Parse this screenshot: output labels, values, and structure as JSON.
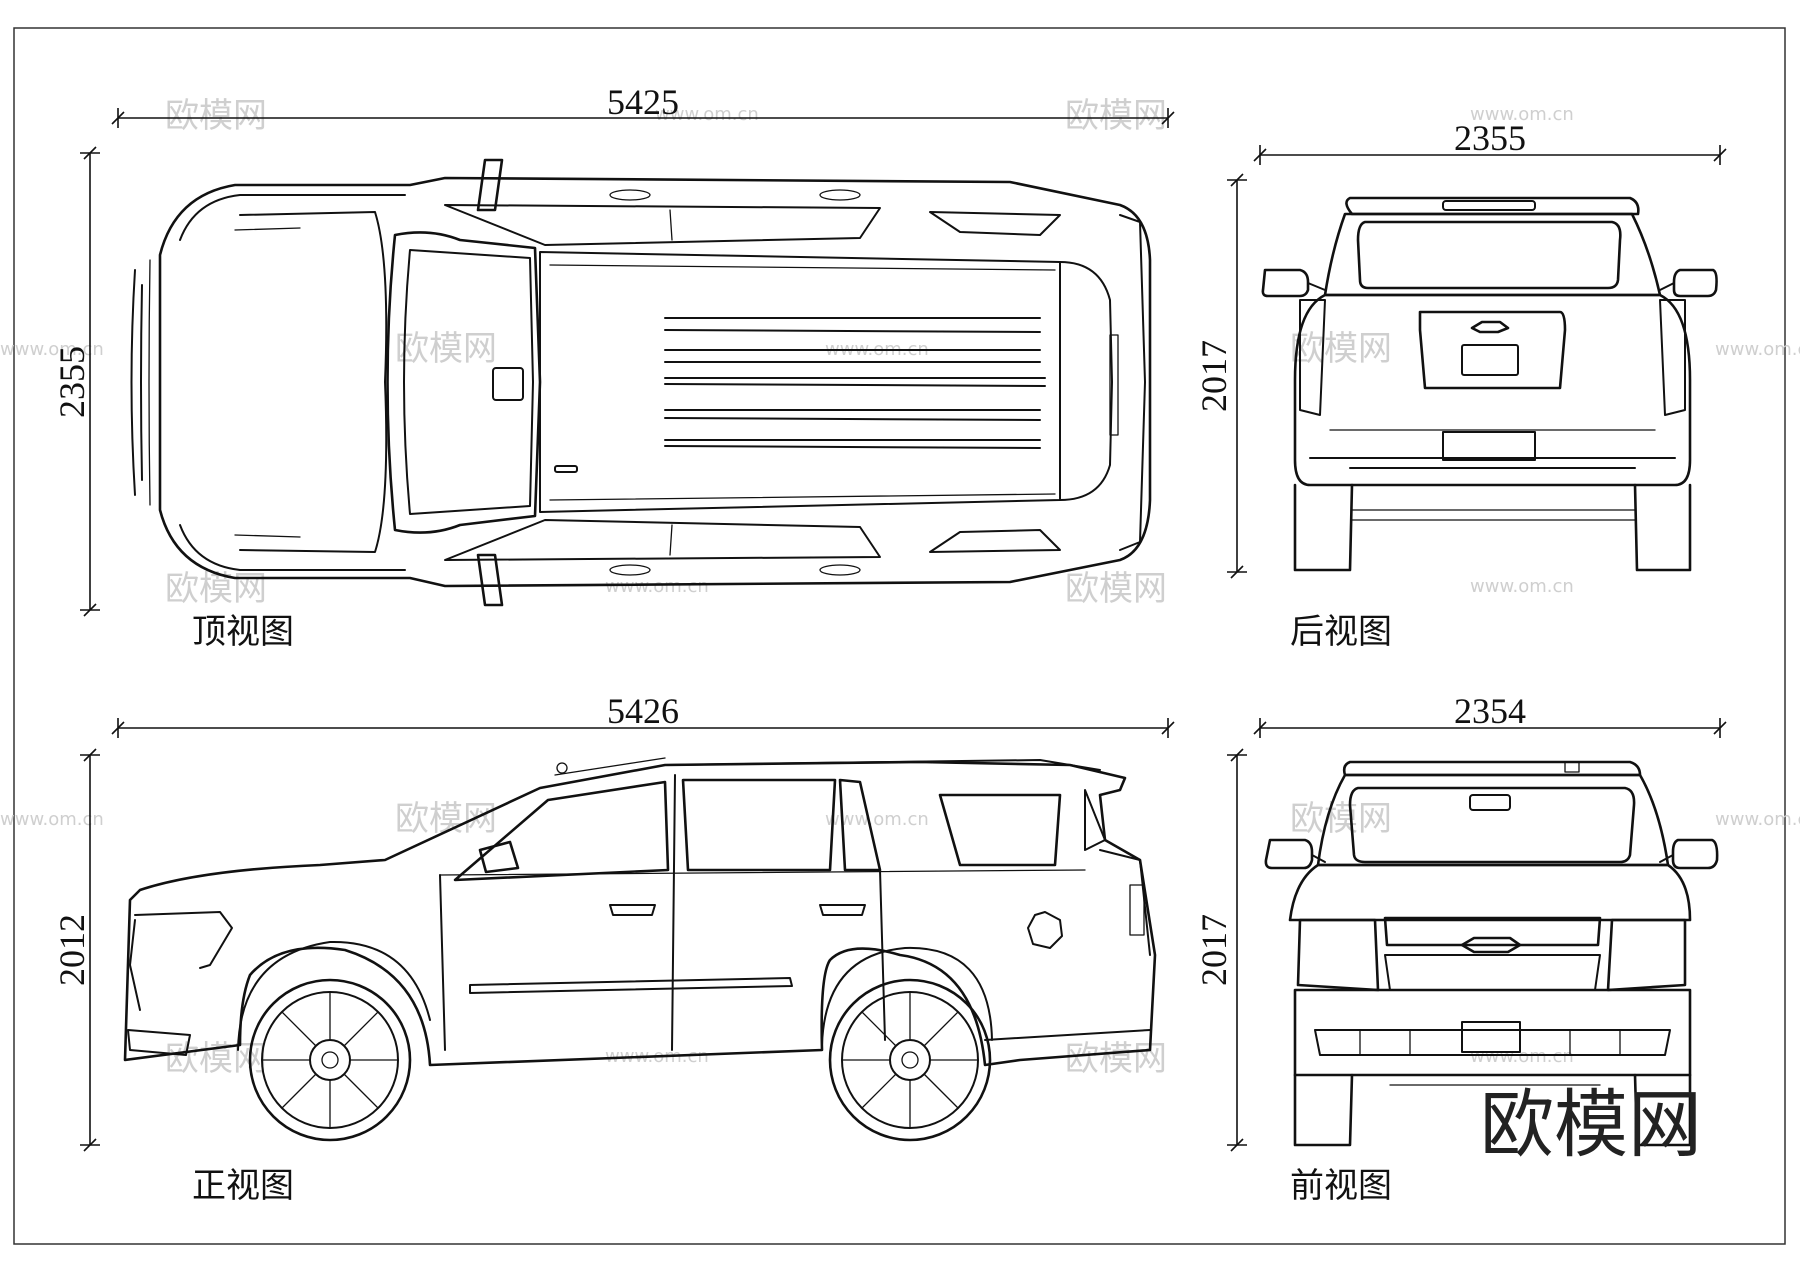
{
  "views": {
    "top": {
      "label": "顶视图",
      "length": "5425",
      "width": "2355"
    },
    "rear": {
      "label": "后视图",
      "width": "2355",
      "height": "2017"
    },
    "side": {
      "label": "正视图",
      "length": "5426",
      "height": "2012"
    },
    "front": {
      "label": "前视图",
      "width": "2354",
      "height": "2017"
    }
  },
  "watermark": {
    "text": "欧模网",
    "url": "www.om.cn"
  },
  "brand": "欧模网",
  "colors": {
    "line": "#111111",
    "watermark": "#cfcfcf",
    "background": "#ffffff"
  }
}
